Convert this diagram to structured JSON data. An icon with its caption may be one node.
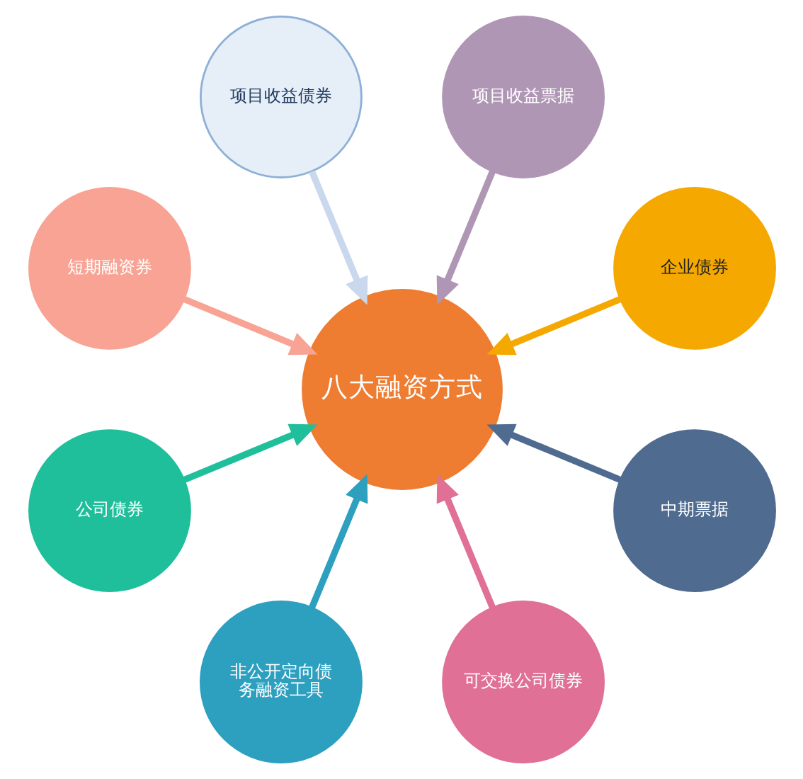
{
  "diagram": {
    "nodes": [
      {
        "text": [
          "企业债券"
        ]
      },
      {
        "text": [
          "项目收益票据"
        ]
      },
      {
        "text": [
          "项目收益债券"
        ]
      },
      {
        "text": [
          "短期融资券"
        ]
      },
      {
        "text": [
          "八大融资方式"
        ]
      },
      {
        "text": [
          "公司债券"
        ]
      },
      {
        "text": [
          "非公开定向债务融资工具"
        ]
      },
      {
        "text": [
          "可交换公司债券"
        ]
      },
      {
        "text": [
          "中期票据"
        ]
      }
    ],
    "edges": [
      {
        "from": 0,
        "to": 4,
        "arrow": "to",
        "color": "#f5a800"
      },
      {
        "from": 2,
        "to": 4,
        "arrow": "to",
        "color": "#c9d8ec"
      },
      {
        "from": 5,
        "to": 4,
        "arrow": "to",
        "color": "#1fbf9c"
      },
      {
        "from": 7,
        "to": 4,
        "arrow": "to",
        "color": "#e07095"
      },
      {
        "from": 8,
        "to": 4,
        "arrow": "to",
        "color": "#4f6b8f"
      },
      {
        "from": 6,
        "to": 4,
        "arrow": "to",
        "color": "#2da0c0"
      },
      {
        "from": 3,
        "to": 4,
        "arrow": "to",
        "color": "#f8a394"
      },
      {
        "from": 1,
        "to": 4,
        "arrow": "to",
        "color": "#b096b5"
      }
    ]
  }
}
